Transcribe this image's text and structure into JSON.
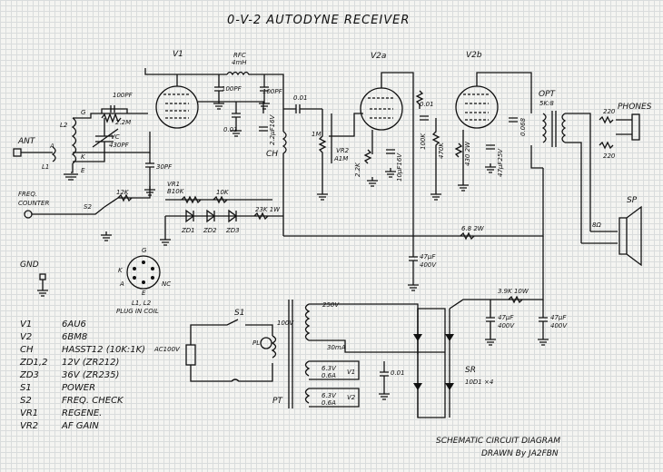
{
  "title": "0-V-2 AUTODYNE RECEIVER",
  "footer": {
    "title": "SCHEMATIC CIRCUIT DIAGRAM",
    "author": "DRAWN By JA2FBN"
  },
  "tubes": {
    "v1": "V1",
    "v2a": "V2a",
    "v2b": "V2b"
  },
  "labels": {
    "ant": "ANT",
    "a": "A",
    "l1": "L1",
    "l2": "L2",
    "g": "G",
    "k": "K",
    "e": "E",
    "c100": "100PF",
    "r22": "2.2M",
    "vc": "VC",
    "vc_val": "430PF",
    "c30": "30PF",
    "rfc": "RFC",
    "rfc_val": "4mH",
    "c100b": "100PF",
    "c100c": "100PF",
    "c001a": "0.01",
    "c22": "2.2μF16V",
    "c001b": "0.01",
    "ch": "CH",
    "r1m": "1M",
    "vr2": "VR2",
    "a1m": "A1M",
    "r22k": "2.2K",
    "c10": "10μF16V",
    "c001c": "0.01",
    "r100k": "100K",
    "r470k": "470K",
    "r430": "430 2W",
    "c47": "47μF25V",
    "opt": "OPT",
    "opt_val": "5K:8",
    "c0068": "0.068",
    "r220a": "220",
    "r220b": "220",
    "phones": "PHONES",
    "sp": "SP",
    "ohm8": "8Ω",
    "freq": "FREQ.",
    "counter": "COUNTER",
    "s2": "S2",
    "r12k": "12K",
    "vr1": "VR1",
    "b10k": "B10K",
    "r10k": "10K",
    "r23k": "23K 1W",
    "zd1": "ZD1",
    "zd2": "ZD2",
    "zd3": "ZD3",
    "r68": "6.8 2W",
    "c47b": "47μF",
    "c47b2": "400V",
    "r39": "3.9K 10W",
    "c47c": "47μF",
    "c47c2": "400V",
    "c47d": "47μF",
    "c47d2": "400V",
    "gnd": "GND",
    "coil_l": "L1, L2",
    "coil_p": "PLUG IN COIL",
    "pin_g": "G",
    "pin_k": "K",
    "pin_a": "A",
    "pin_e": "E",
    "pin_nc": "NC",
    "s1": "S1",
    "ac": "AC100V",
    "pl": "PL",
    "v100": "100V",
    "v250": "250V",
    "ma": "30mA",
    "h1a": "6.3V",
    "h1b": "0.6A",
    "h2a": "6.3V",
    "h2b": "0.6A",
    "hv1": "V1",
    "hv2": "V2",
    "c001d": "0.01",
    "pt": "PT",
    "sr": "SR",
    "sr_val": "10D1 ×4"
  },
  "legend": [
    [
      "V1",
      "6AU6"
    ],
    [
      "V2",
      "6BM8"
    ],
    [
      "CH",
      "HASST12 (10K:1K)"
    ],
    [
      "ZD1,2",
      "12V  (ZR212)"
    ],
    [
      "ZD3",
      "36V  (ZR235)"
    ],
    [
      "S1",
      "POWER"
    ],
    [
      "S2",
      "FREQ. CHECK"
    ],
    [
      "VR1",
      "REGENE."
    ],
    [
      "VR2",
      "AF GAIN"
    ]
  ]
}
